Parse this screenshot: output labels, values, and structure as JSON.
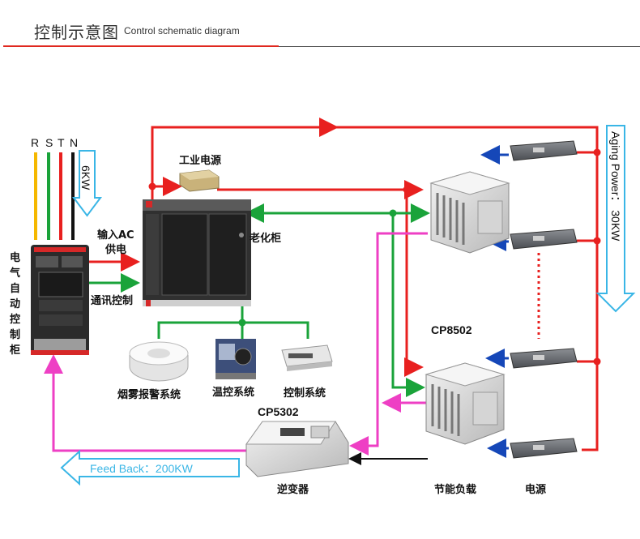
{
  "header": {
    "title_cn": "控制示意图",
    "title_en": "Control schematic diagram"
  },
  "phases": [
    "R",
    "S",
    "T",
    "N"
  ],
  "input_power": "6KW",
  "aging_power": "Aging Power： 30KW",
  "feedback": "Feed Back：200KW",
  "labels": {
    "cabinet_left": [
      "电",
      "气",
      "自",
      "动",
      "控",
      "制",
      "柜"
    ],
    "input_ac_1": "输入AC",
    "input_ac_2": "供电",
    "comm_control": "通讯控制",
    "industrial_psu": "工业电源",
    "aging_cabinet": "老化柜",
    "smoke_alarm": "烟雾报警系统",
    "temp_control": "温控系统",
    "control_system": "控制系统",
    "cp5302": "CP5302",
    "cp8502": "CP8502",
    "inverter": "逆变器",
    "energy_load": "节能负载",
    "power_supply": "电源"
  },
  "colors": {
    "red": "#e8201f",
    "green": "#1aa33a",
    "magenta": "#ee3fc4",
    "blue": "#1547b8",
    "cyan_arrow": "#3ab6e6",
    "yellow": "#f5b800"
  }
}
